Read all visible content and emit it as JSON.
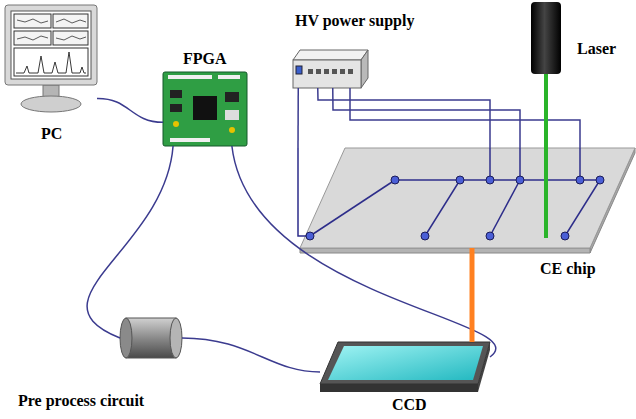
{
  "diagram": {
    "nodes": [
      {
        "text": [
          "PC"
        ]
      },
      {
        "text": [
          "FPGA"
        ]
      },
      {
        "text": [
          "HV power supply"
        ]
      },
      {
        "text": [
          "Laser"
        ]
      },
      {
        "text": [
          "CE chip"
        ]
      },
      {
        "text": [
          "Pre process circuit"
        ]
      },
      {
        "text": [
          "CCD"
        ]
      }
    ],
    "edges": [
      {
        "from": 0,
        "to": 1,
        "arrow": "none"
      },
      {
        "from": 1,
        "to": 5,
        "arrow": "none"
      },
      {
        "from": 5,
        "to": 6,
        "arrow": "none"
      },
      {
        "from": 1,
        "to": 6,
        "arrow": "none"
      },
      {
        "from": 2,
        "to": 4,
        "arrow": "none"
      },
      {
        "from": 2,
        "to": 4,
        "arrow": "none"
      },
      {
        "from": 2,
        "to": 4,
        "arrow": "none"
      },
      {
        "from": 2,
        "to": 4,
        "arrow": "none"
      },
      {
        "from": 3,
        "to": 4,
        "arrow": "none"
      },
      {
        "from": 4,
        "to": 6,
        "arrow": "none"
      }
    ]
  }
}
